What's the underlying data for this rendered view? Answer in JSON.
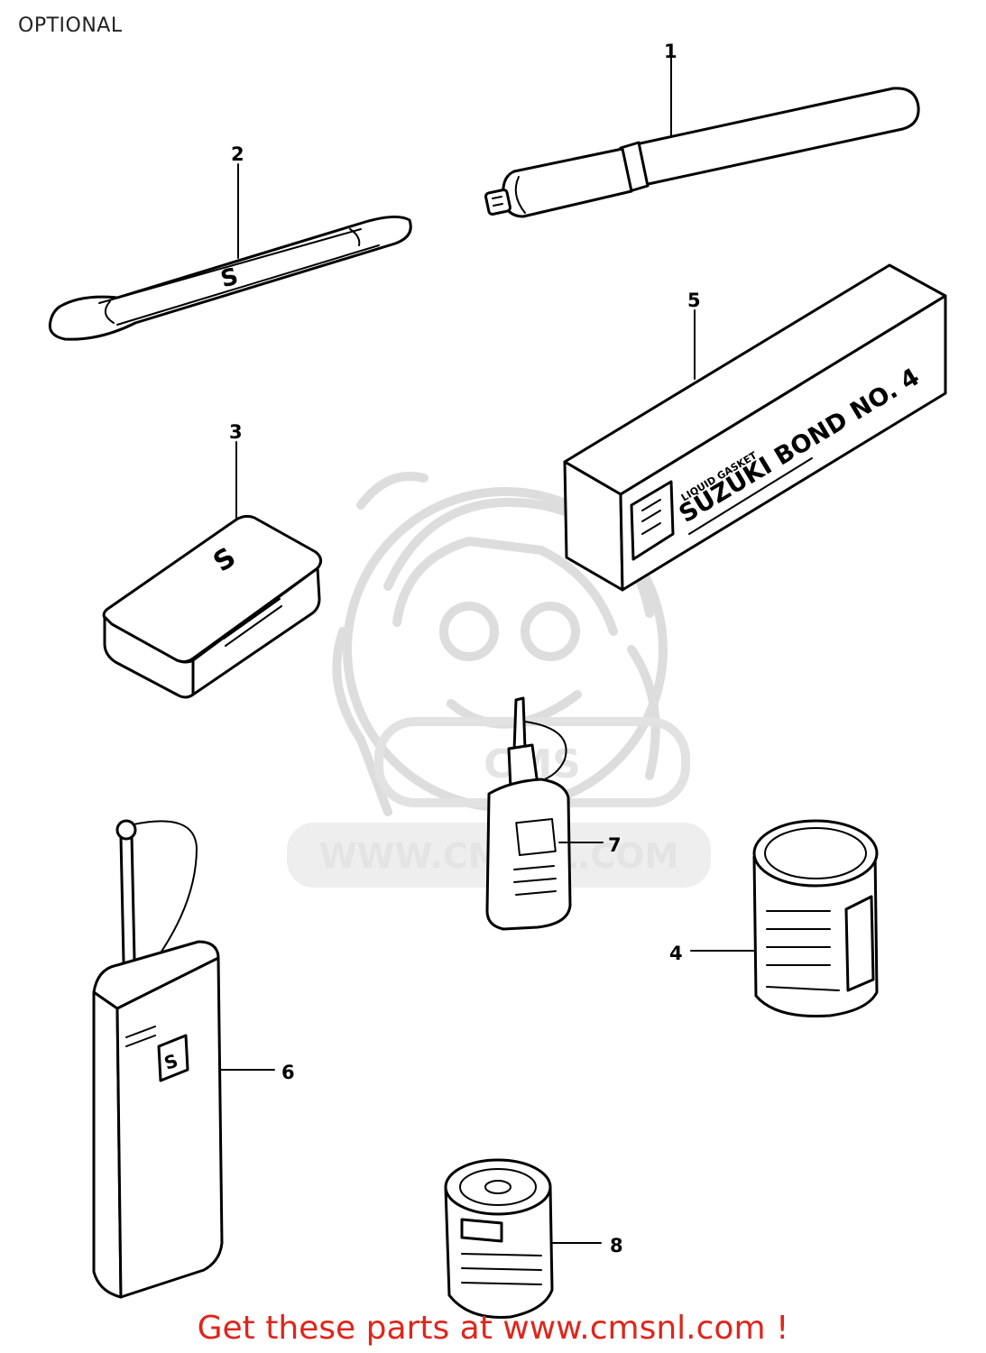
{
  "diagram": {
    "title": "OPTIONAL",
    "watermark": {
      "text": "WWW.CMSNL.COM",
      "logo_text": "CMS"
    },
    "parts": [
      {
        "number": "1",
        "icon": "hand-pump-icon"
      },
      {
        "number": "2",
        "icon": "tyre-lever-icon"
      },
      {
        "number": "3",
        "icon": "repair-kit-box-icon"
      },
      {
        "number": "4",
        "icon": "paint-can-icon"
      },
      {
        "number": "5",
        "icon": "suzuki-bond-box-icon"
      },
      {
        "number": "6",
        "icon": "oil-can-icon"
      },
      {
        "number": "7",
        "icon": "oil-bottle-icon"
      },
      {
        "number": "8",
        "icon": "small-tin-icon"
      }
    ],
    "labels": {
      "bond_box_small": "LIQUID GASKET",
      "bond_box_main": "SUZUKI BOND NO. 4",
      "brand_letter": "S"
    }
  },
  "footer": {
    "link_text": "Get these parts at www.cmsnl.com !",
    "color": "#e0251b"
  }
}
